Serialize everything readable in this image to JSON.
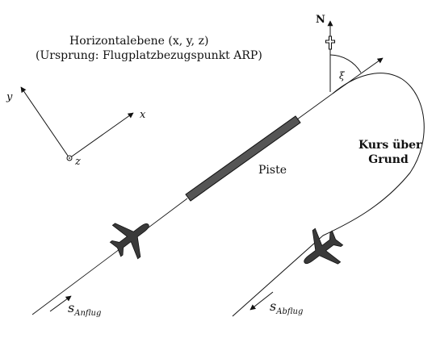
{
  "diagram": {
    "title_line1": "Horizontalebene (x, y, z)",
    "title_line2": "(Ursprung: Flugplatzbezugspunkt ARP)",
    "axes": {
      "x": "x",
      "y": "y",
      "z": "z"
    },
    "runway_label": "Piste",
    "ground_track_label_line1": "Kurs über",
    "ground_track_label_line2": "Grund",
    "north_label": "N",
    "angle_label": "ξ",
    "approach_symbol": "s",
    "approach_subscript": "Anflug",
    "departure_symbol": "s",
    "departure_subscript": "Abflug"
  },
  "colors": {
    "line": "#111111",
    "runway_fill": "#555555",
    "aircraft": "#3a3a3a"
  },
  "icons": [
    "north-arrow-icon",
    "compass-cross-icon",
    "aircraft-icon"
  ]
}
